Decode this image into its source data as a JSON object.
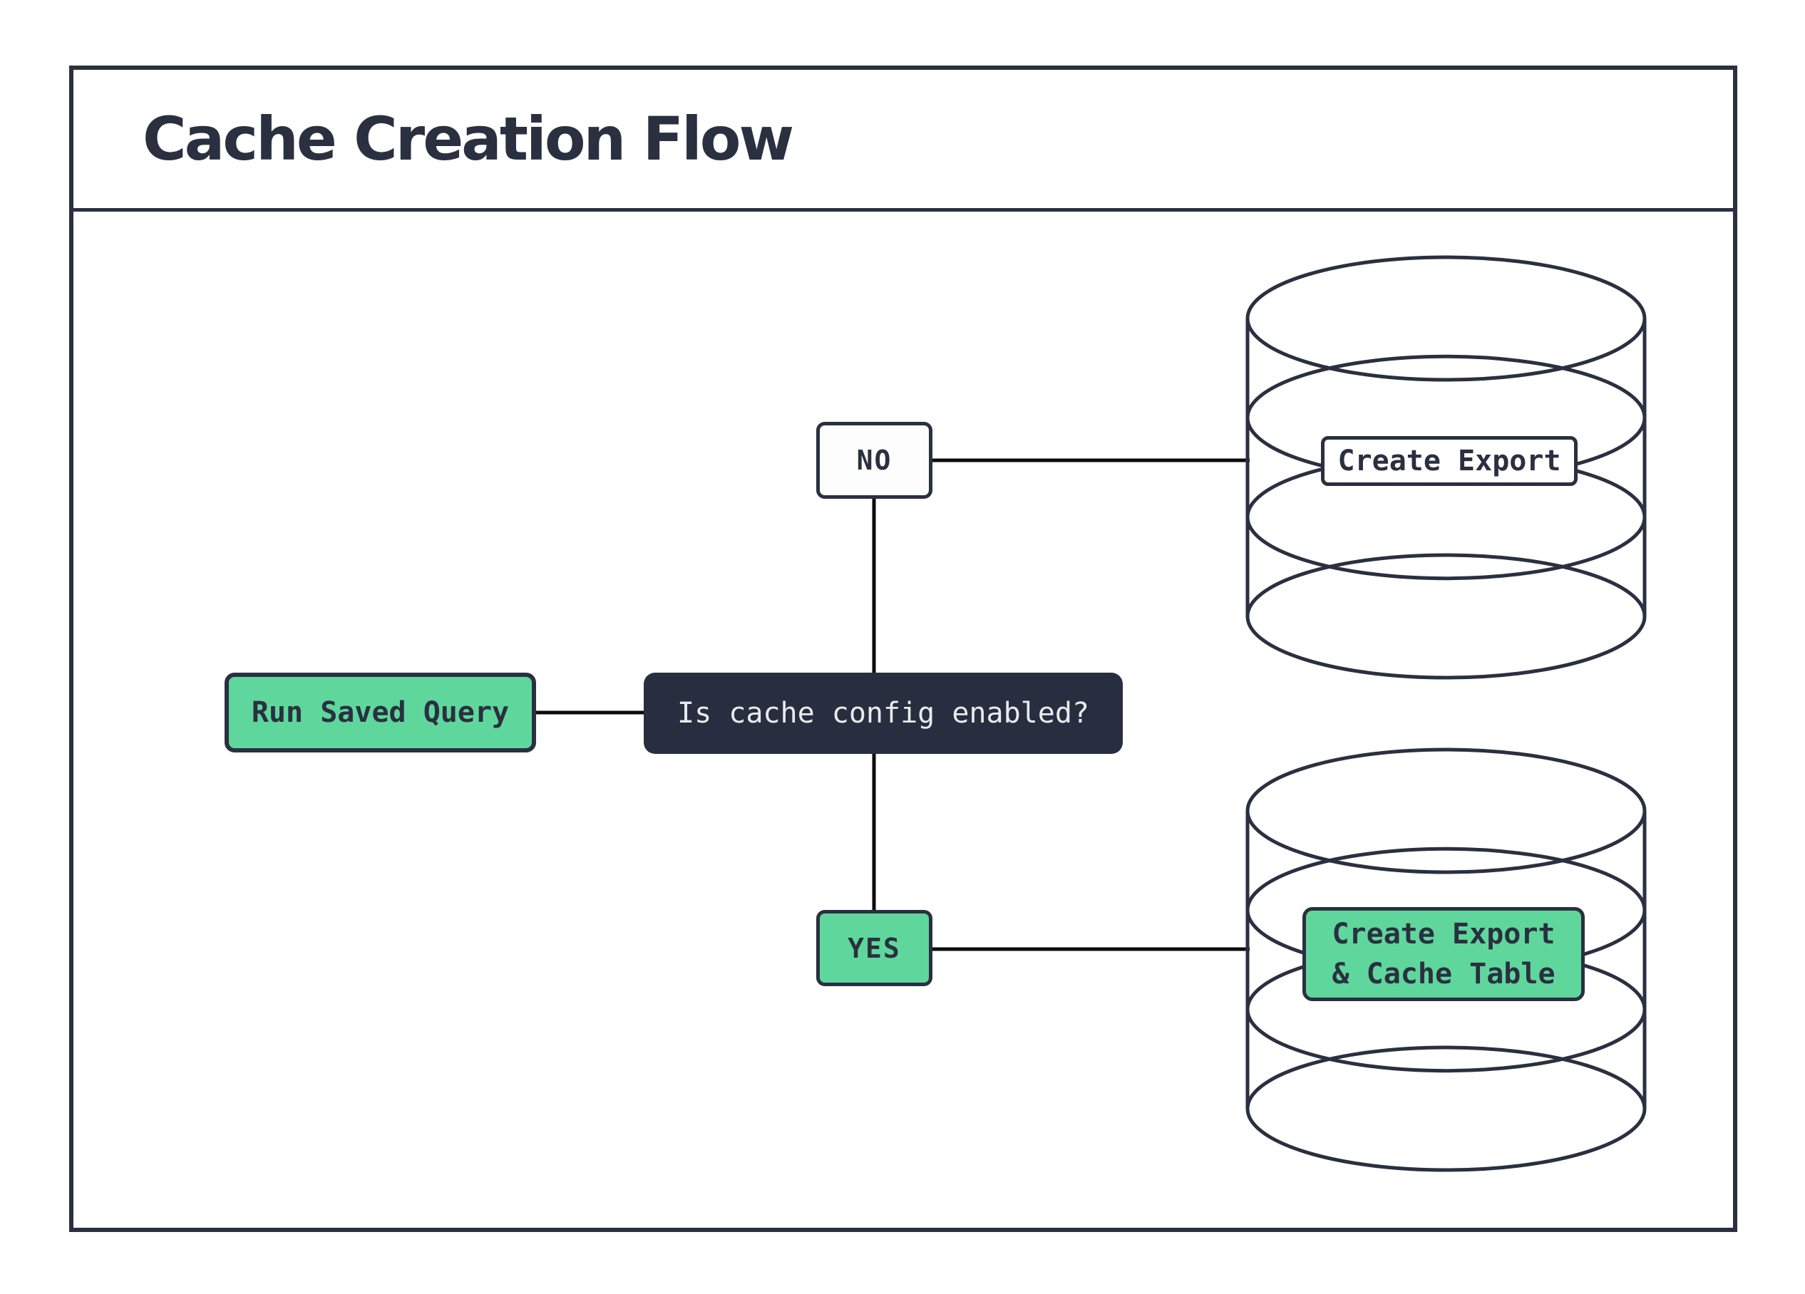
{
  "title": "Cache Creation Flow",
  "colors": {
    "ink": "#2A3040",
    "ink-dark": "#282E3F",
    "green": "#5FD79C",
    "paper": "#FFFFFF",
    "text-light": "#E9EAEC",
    "connector": "#0B0B0D"
  },
  "nodes": {
    "run_saved_query": {
      "label": "Run Saved Query"
    },
    "question": {
      "label": "Is cache config enabled?"
    },
    "no_branch": {
      "label": "NO"
    },
    "yes_branch": {
      "label": "YES"
    },
    "create_export": {
      "label": "Create Export"
    },
    "create_export_cache": {
      "line1": "Create Export",
      "line2": "& Cache Table"
    }
  }
}
